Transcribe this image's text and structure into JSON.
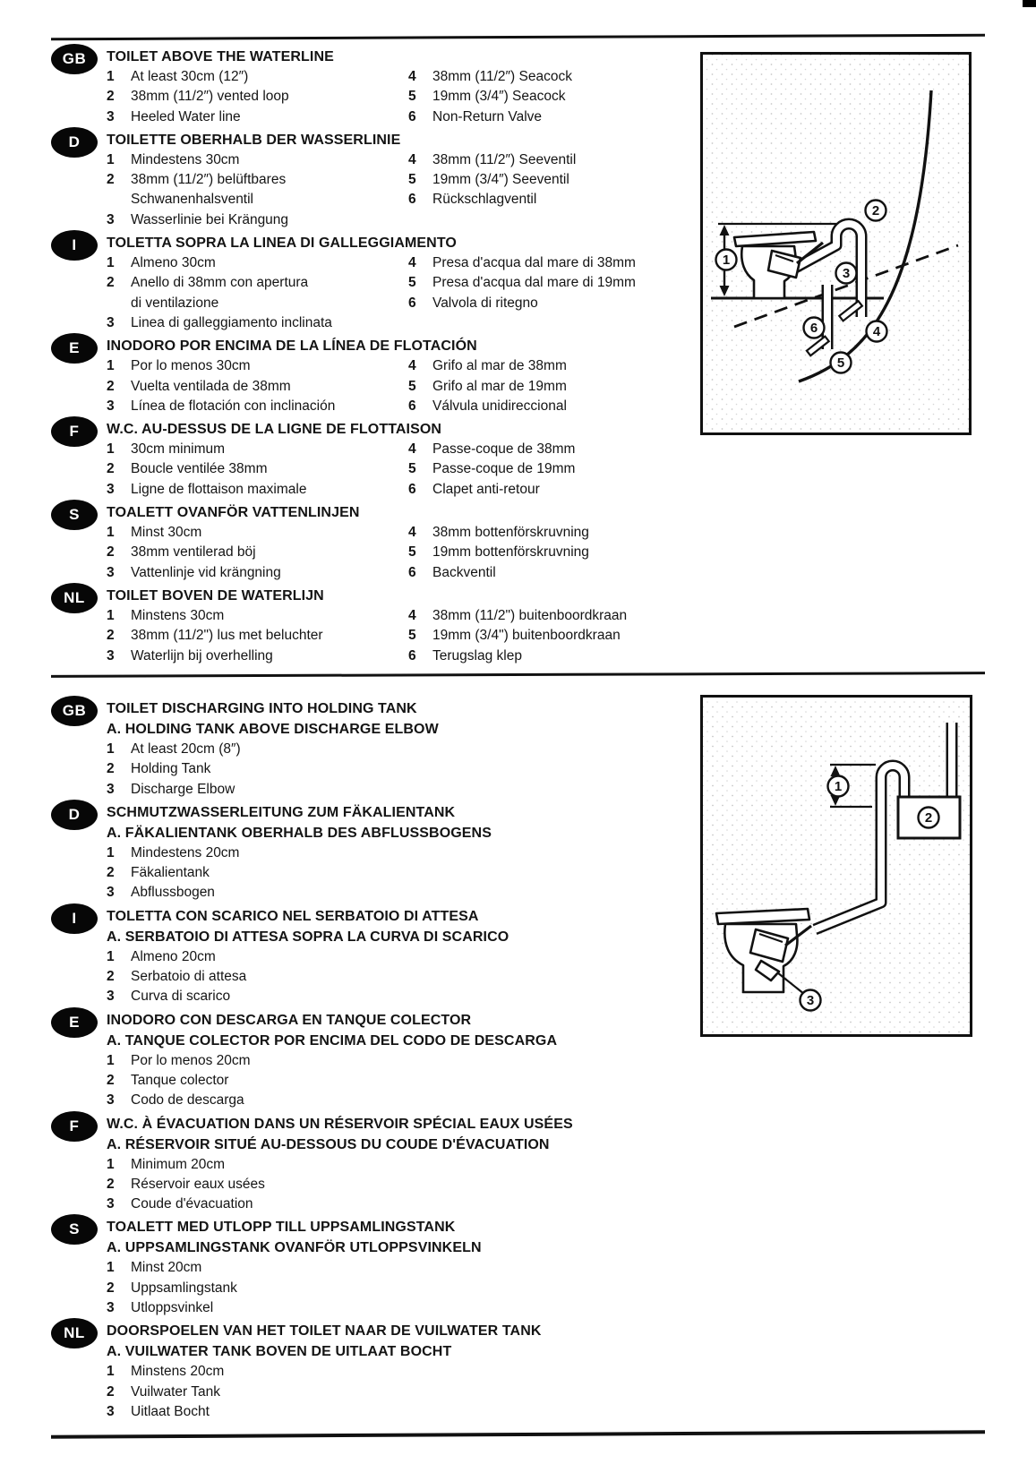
{
  "top_block": {
    "sections": [
      {
        "badge": "GB",
        "title": "TOILET ABOVE THE WATERLINE",
        "col1": [
          [
            "1",
            "At least 30cm (12″)"
          ],
          [
            "2",
            "38mm (11/2″) vented loop"
          ],
          [
            "3",
            "Heeled Water line"
          ]
        ],
        "col2": [
          [
            "4",
            "38mm (11/2″) Seacock"
          ],
          [
            "5",
            "19mm (3/4″) Seacock"
          ],
          [
            "6",
            "Non-Return Valve"
          ]
        ]
      },
      {
        "badge": "D",
        "title": "TOILETTE OBERHALB DER WASSERLINIE",
        "col1": [
          [
            "1",
            "Mindestens 30cm"
          ],
          [
            "2",
            "38mm (11/2″) belüftbares\nSchwanenhalsventil"
          ],
          [
            "3",
            "Wasserlinie bei Krängung"
          ]
        ],
        "col2": [
          [
            "4",
            "38mm (11/2″) Seeventil"
          ],
          [
            "5",
            "19mm (3/4″) Seeventil"
          ],
          [
            "6",
            "Rückschlagventil"
          ]
        ]
      },
      {
        "badge": "I",
        "title": "TOLETTA SOPRA LA LINEA DI GALLEGGIAMENTO",
        "col1": [
          [
            "1",
            "Almeno 30cm"
          ],
          [
            "2",
            "Anello di 38mm con apertura\ndi ventilazione"
          ],
          [
            "3",
            "Linea di galleggiamento inclinata"
          ]
        ],
        "col2": [
          [
            "4",
            "Presa d'acqua dal mare di 38mm"
          ],
          [
            "5",
            "Presa d'acqua dal mare di 19mm"
          ],
          [
            "6",
            "Valvola di ritegno"
          ]
        ]
      },
      {
        "badge": "E",
        "title": "INODORO POR ENCIMA DE LA LÍNEA DE FLOTACIÓN",
        "col1": [
          [
            "1",
            "Por lo menos 30cm"
          ],
          [
            "2",
            "Vuelta ventilada de 38mm"
          ],
          [
            "3",
            "Línea de flotación con inclinación"
          ]
        ],
        "col2": [
          [
            "4",
            "Grifo al mar de 38mm"
          ],
          [
            "5",
            "Grifo al mar de 19mm"
          ],
          [
            "6",
            "Válvula unidireccional"
          ]
        ]
      },
      {
        "badge": "F",
        "title": "W.C. AU-DESSUS DE LA LIGNE DE FLOTTAISON",
        "col1": [
          [
            "1",
            "30cm minimum"
          ],
          [
            "2",
            "Boucle ventilée 38mm"
          ],
          [
            "3",
            "Ligne de flottaison maximale"
          ]
        ],
        "col2": [
          [
            "4",
            "Passe-coque de 38mm"
          ],
          [
            "5",
            "Passe-coque de 19mm"
          ],
          [
            "6",
            "Clapet anti-retour"
          ]
        ]
      },
      {
        "badge": "S",
        "title": "TOALETT OVANFÖR VATTENLINJEN",
        "col1": [
          [
            "1",
            "Minst 30cm"
          ],
          [
            "2",
            "38mm ventilerad böj"
          ],
          [
            "3",
            "Vattenlinje vid krängning"
          ]
        ],
        "col2": [
          [
            "4",
            "38mm bottenförskruvning"
          ],
          [
            "5",
            "19mm bottenförskruvning"
          ],
          [
            "6",
            "Backventil"
          ]
        ]
      },
      {
        "badge": "NL",
        "title": "TOILET BOVEN DE WATERLIJN",
        "col1": [
          [
            "1",
            "Minstens 30cm"
          ],
          [
            "2",
            "38mm (11/2\") lus met beluchter"
          ],
          [
            "3",
            "Waterlijn bij overhelling"
          ]
        ],
        "col2": [
          [
            "4",
            "38mm (11/2\") buitenboordkraan"
          ],
          [
            "5",
            "19mm (3/4\") buitenboordkraan"
          ],
          [
            "6",
            "Terugslag klep"
          ]
        ]
      }
    ]
  },
  "bottom_block": {
    "sections": [
      {
        "badge": "GB",
        "title": "TOILET DISCHARGING INTO HOLDING TANK",
        "subtitle": "A. HOLDING TANK ABOVE DISCHARGE ELBOW",
        "items": [
          [
            "1",
            "At least 20cm (8″)"
          ],
          [
            "2",
            "Holding Tank"
          ],
          [
            "3",
            "Discharge Elbow"
          ]
        ]
      },
      {
        "badge": "D",
        "title": "SCHMUTZWASSERLEITUNG ZUM FÄKALIENTANK",
        "subtitle": "A. FÄKALIENTANK OBERHALB DES ABFLUSSBOGENS",
        "items": [
          [
            "1",
            "Mindestens 20cm"
          ],
          [
            "2",
            "Fäkalientank"
          ],
          [
            "3",
            "Abflussbogen"
          ]
        ]
      },
      {
        "badge": "I",
        "title": "TOLETTA CON SCARICO NEL SERBATOIO DI ATTESA",
        "subtitle": "A. SERBATOIO DI ATTESA SOPRA LA CURVA DI SCARICO",
        "items": [
          [
            "1",
            "Almeno 20cm"
          ],
          [
            "2",
            "Serbatoio di attesa"
          ],
          [
            "3",
            "Curva di scarico"
          ]
        ]
      },
      {
        "badge": "E",
        "title": "INODORO CON DESCARGA EN TANQUE COLECTOR",
        "subtitle": "A. TANQUE COLECTOR POR ENCIMA DEL CODO DE DESCARGA",
        "items": [
          [
            "1",
            "Por lo menos 20cm"
          ],
          [
            "2",
            "Tanque colector"
          ],
          [
            "3",
            "Codo de descarga"
          ]
        ]
      },
      {
        "badge": "F",
        "title": "W.C. À ÉVACUATION DANS UN RÉSERVOIR SPÉCIAL EAUX USÉES",
        "subtitle": "A. RÉSERVOIR SITUÉ AU-DESSOUS DU COUDE D'ÉVACUATION",
        "items": [
          [
            "1",
            "Minimum 20cm"
          ],
          [
            "2",
            "Réservoir eaux usées"
          ],
          [
            "3",
            "Coude d'évacuation"
          ]
        ]
      },
      {
        "badge": "S",
        "title": "TOALETT MED UTLOPP TILL UPPSAMLINGSTANK",
        "subtitle": "A. UPPSAMLINGSTANK OVANFÖR UTLOPPSVINKELN",
        "items": [
          [
            "1",
            "Minst 20cm"
          ],
          [
            "2",
            "Uppsamlingstank"
          ],
          [
            "3",
            "Utloppsvinkel"
          ]
        ]
      },
      {
        "badge": "NL",
        "title": "DOORSPOELEN VAN HET TOILET NAAR DE VUILWATER TANK",
        "subtitle": "A. VUILWATER TANK BOVEN DE UITLAAT BOCHT",
        "items": [
          [
            "1",
            "Minstens 20cm"
          ],
          [
            "2",
            "Vuilwater Tank"
          ],
          [
            "3",
            "Uitlaat Bocht"
          ]
        ]
      }
    ]
  },
  "diagram1": {
    "labels": [
      "1",
      "2",
      "3",
      "4",
      "5",
      "6"
    ]
  },
  "diagram2": {
    "labels": [
      "1",
      "2",
      "3"
    ]
  }
}
